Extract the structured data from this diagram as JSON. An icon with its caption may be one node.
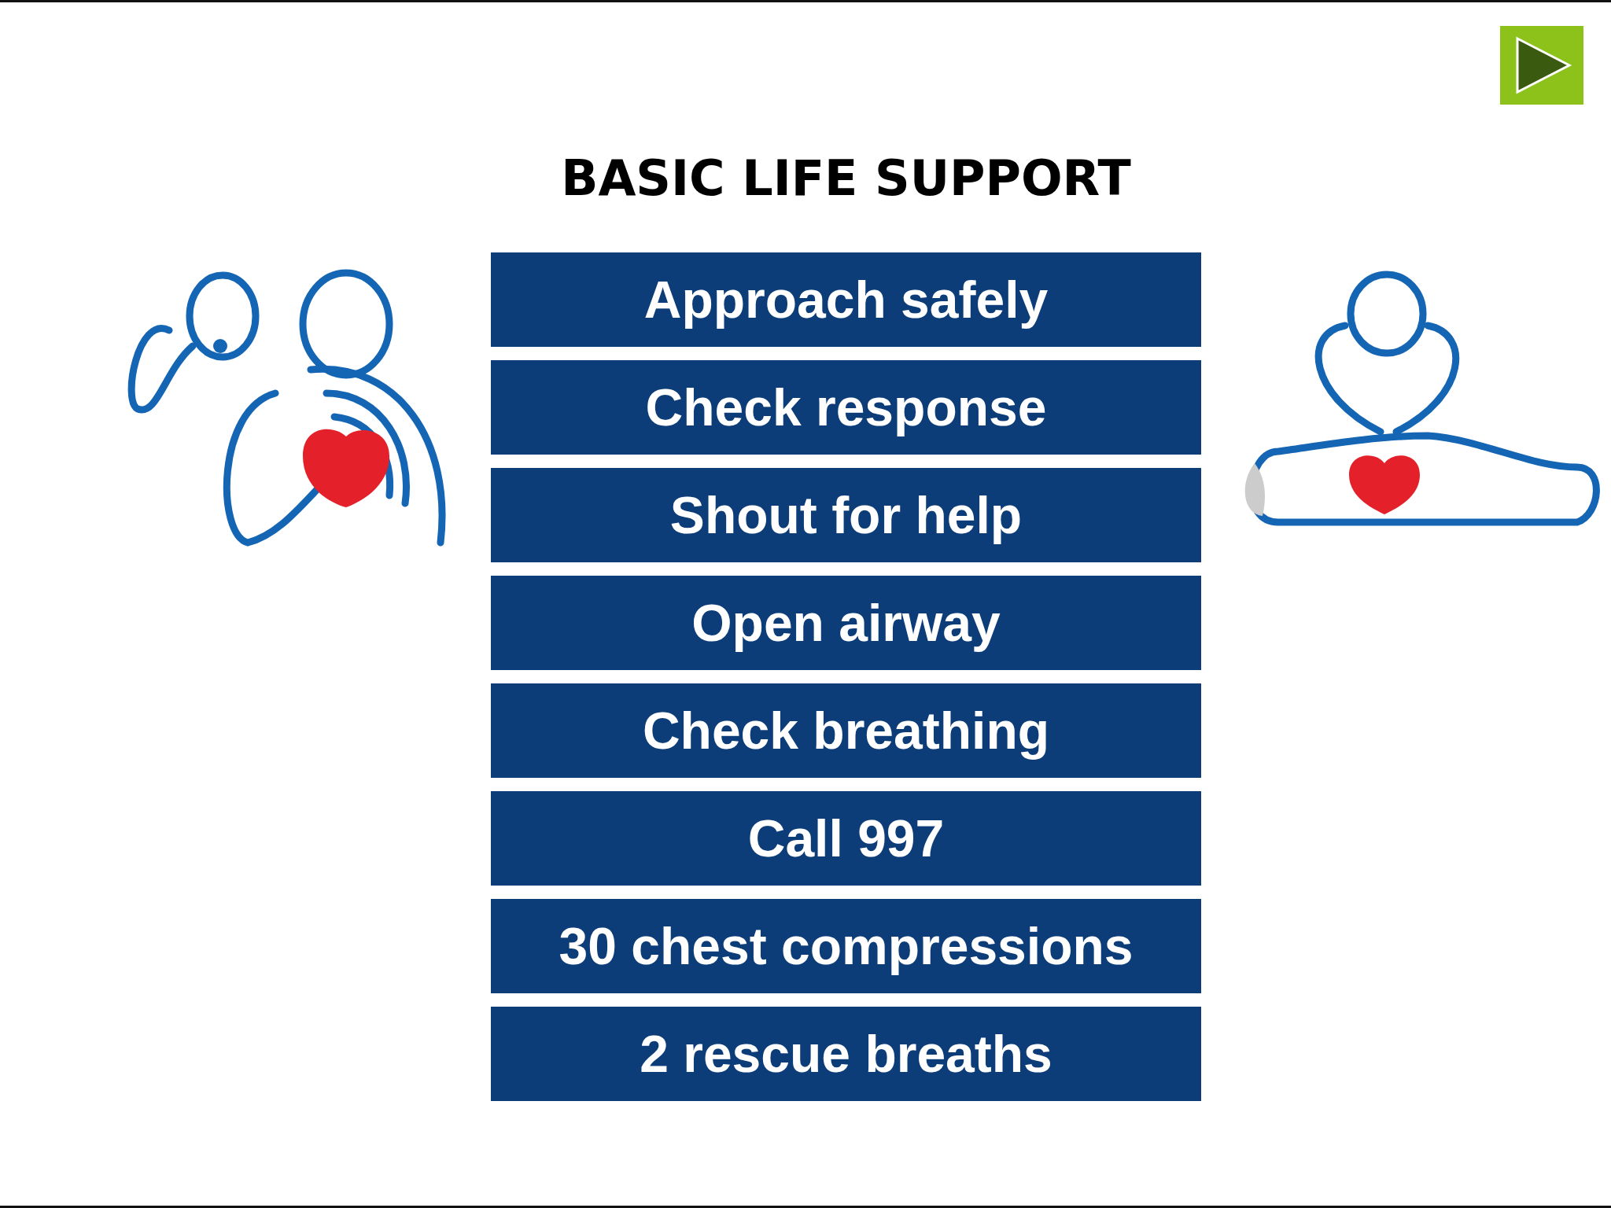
{
  "diagram": {
    "title": "BASIC LIFE SUPPORT",
    "nodes": [
      {
        "text": [
          "Approach safely"
        ]
      },
      {
        "text": [
          "Check response"
        ]
      },
      {
        "text": [
          "Shout for help"
        ]
      },
      {
        "text": [
          "Open airway"
        ]
      },
      {
        "text": [
          "Check breathing"
        ]
      },
      {
        "text": [
          "Call 997"
        ]
      },
      {
        "text": [
          "30 chest compressions"
        ]
      },
      {
        "text": [
          "2 rescue breaths"
        ]
      }
    ]
  }
}
